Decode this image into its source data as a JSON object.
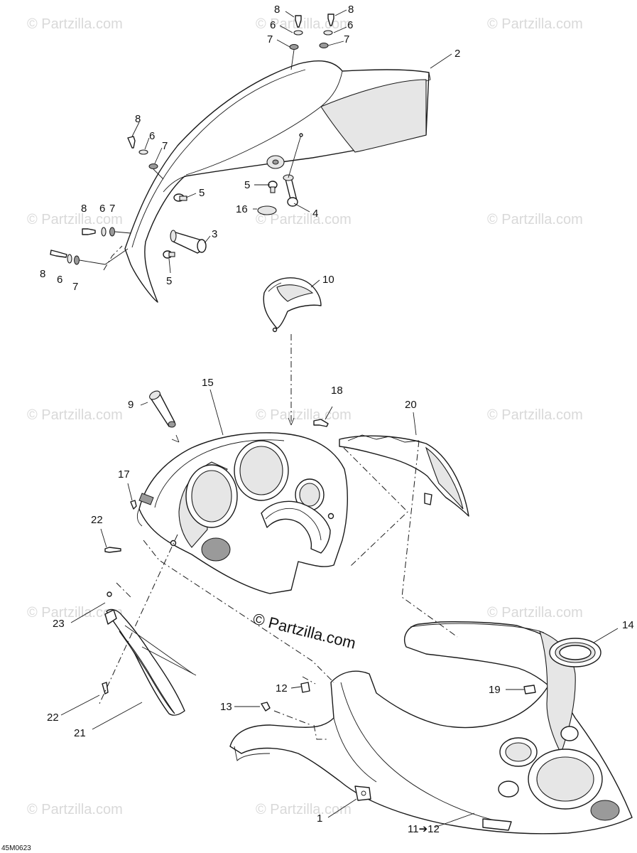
{
  "diagram": {
    "drawing_code": "45M0623",
    "watermark_repeat": "© Partzilla.com",
    "watermark_main": "© Partzilla.com",
    "callouts": {
      "c1": "1",
      "c2": "2",
      "c3": "3",
      "c4": "4",
      "c5": "5",
      "c6": "6",
      "c7": "7",
      "c8": "8",
      "c9": "9",
      "c10": "10",
      "c11": "11➔12",
      "c12": "12",
      "c13": "13",
      "c14": "14",
      "c15": "15",
      "c16": "16",
      "c17": "17",
      "c18": "18",
      "c19": "19",
      "c20": "20",
      "c21": "21",
      "c22": "22",
      "c23": "23"
    }
  }
}
